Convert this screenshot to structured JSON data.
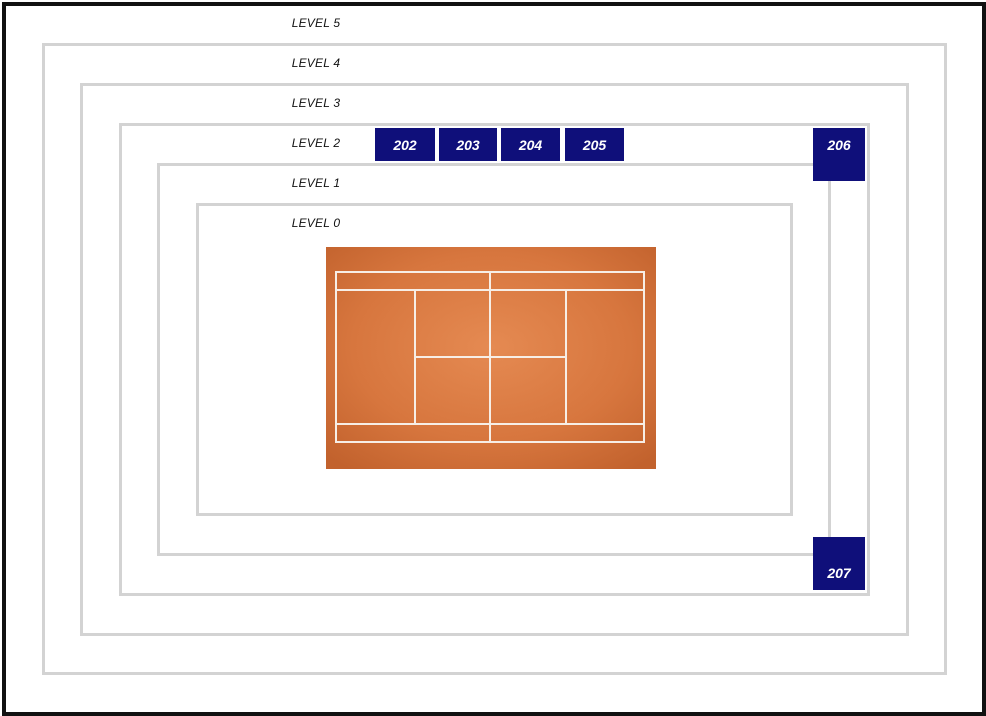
{
  "levels": {
    "level5": "LEVEL 5",
    "level4": "LEVEL 4",
    "level3": "LEVEL 3",
    "level2": "LEVEL 2",
    "level1": "LEVEL 1",
    "level0": "LEVEL 0"
  },
  "boxes": {
    "b202": "202",
    "b203": "203",
    "b204": "204",
    "b205": "205",
    "b206": "206",
    "b207": "207"
  },
  "colors": {
    "box_fill": "#0f0f7a",
    "ring_stroke": "#d3d3d3",
    "court_clay": "#d7763e",
    "court_lines": "#ffffff"
  },
  "court": {
    "type": "tennis-court",
    "surface": "clay"
  }
}
